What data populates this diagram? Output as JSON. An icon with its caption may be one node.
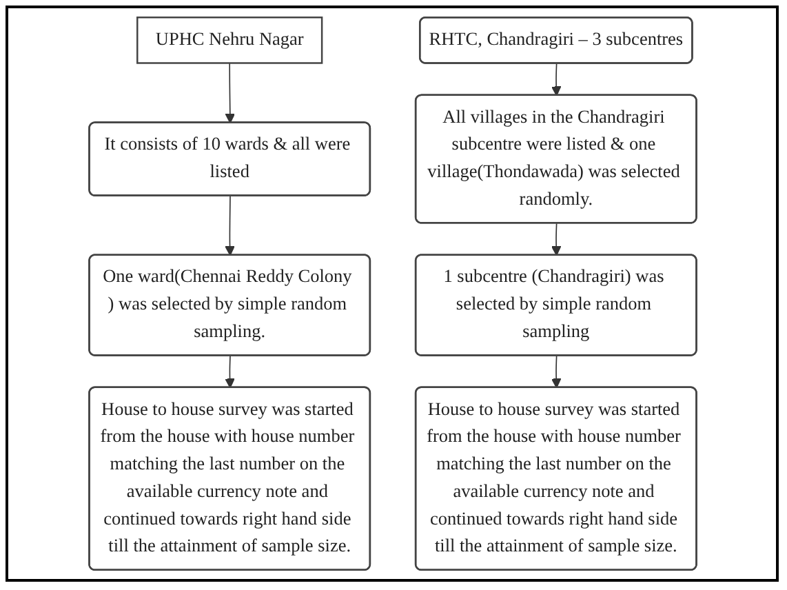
{
  "diagram": {
    "nodes": [
      {
        "text": [
          "UPHC Nehru Nagar"
        ]
      },
      {
        "text": [
          "It consists of 10 wards & all were listed"
        ]
      },
      {
        "text": [
          "One ward(Chennai Reddy Colony ) was selected by simple random sampling."
        ]
      },
      {
        "text": [
          "House to house survey was started from the house with house number matching the last number on the available currency note and continued towards right hand side till the attainment of sample size."
        ]
      },
      {
        "text": [
          "RHTC, Chandragiri – 3 subcentres"
        ]
      },
      {
        "text": [
          "All villages in the Chandragiri subcentre were listed & one village(Thondawada) was selected randomly."
        ]
      },
      {
        "text": [
          "1 subcentre (Chandragiri) was selected by simple random sampling"
        ]
      },
      {
        "text": [
          "House to house survey was started from the house with house number matching the last number on the available currency note and continued towards right hand side till the attainment of sample size."
        ]
      }
    ],
    "edges": [
      {
        "from": 0,
        "to": 1,
        "arrow": "to"
      },
      {
        "from": 1,
        "to": 2,
        "arrow": "to"
      },
      {
        "from": 2,
        "to": 3,
        "arrow": "to"
      },
      {
        "from": 4,
        "to": 5,
        "arrow": "to"
      },
      {
        "from": 5,
        "to": 6,
        "arrow": "to"
      },
      {
        "from": 6,
        "to": 7,
        "arrow": "to"
      }
    ]
  }
}
